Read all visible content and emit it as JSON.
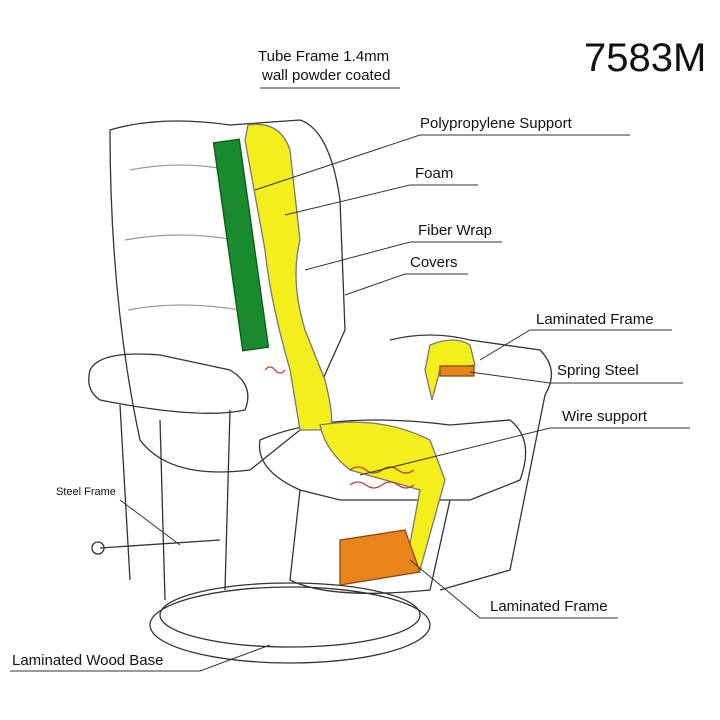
{
  "model": "7583M",
  "labels": {
    "tube_frame_1": "Tube Frame 1.4mm",
    "tube_frame_2": "wall powder coated",
    "polypropylene": "Polypropylene Support",
    "foam": "Foam",
    "fiber_wrap": "Fiber Wrap",
    "covers": "Covers",
    "laminated_frame_arm": "Laminated Frame",
    "spring_steel": "Spring Steel",
    "wire_support": "Wire support",
    "steel_frame": "Steel Frame",
    "laminated_frame_seat": "Laminated Frame",
    "wood_base": "Laminated Wood Base"
  },
  "colors": {
    "foam": "#f4ee1c",
    "tube": "#1a8a2e",
    "laminated": "#e8841a"
  }
}
